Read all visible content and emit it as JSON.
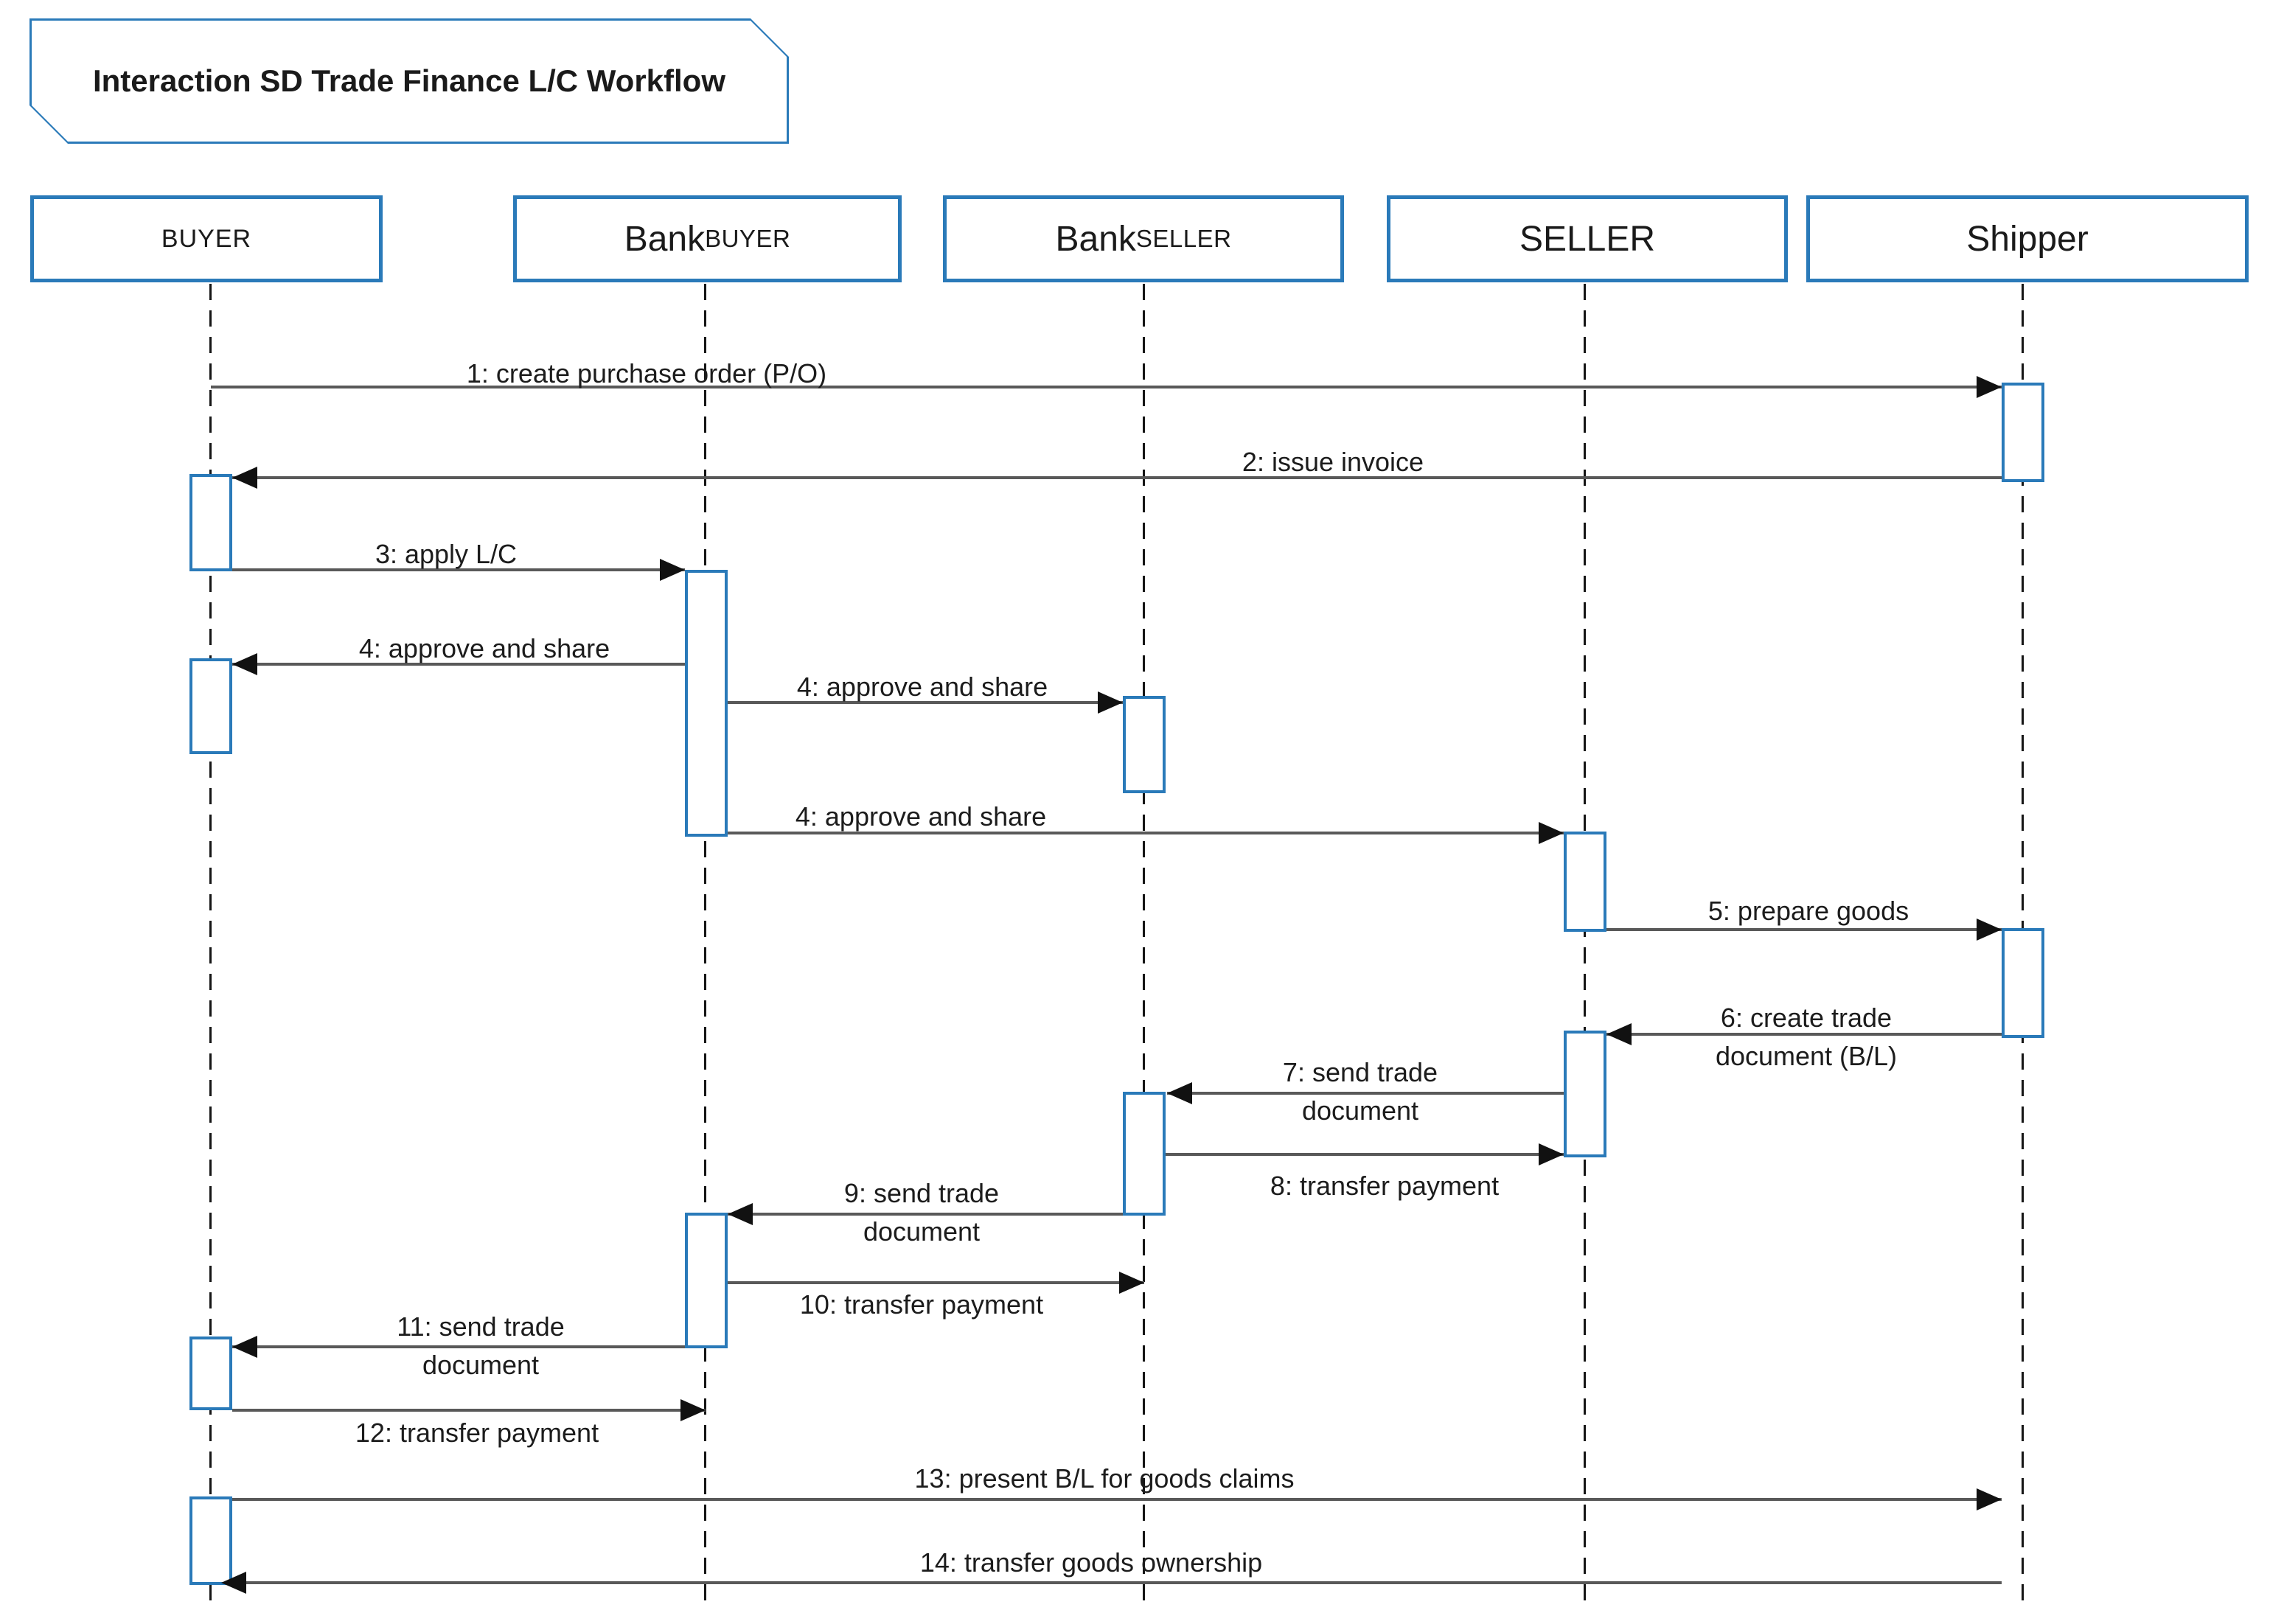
{
  "title": "Interaction SD Trade Finance L/C Workflow",
  "lifelines": [
    {
      "id": "buyer",
      "label": "BUYER"
    },
    {
      "id": "bank-buyer",
      "label_main": "Bank",
      "label_sub": "BUYER"
    },
    {
      "id": "bank-seller",
      "label_main": "Bank",
      "label_sub": "SELLER"
    },
    {
      "id": "seller",
      "label": "SELLER"
    },
    {
      "id": "shipper",
      "label": "Shipper"
    }
  ],
  "messages": [
    {
      "num": "1",
      "label": "1: create purchase order (P/O)",
      "from": "BUYER",
      "to": "Shipper"
    },
    {
      "num": "2",
      "label": "2: issue invoice",
      "from": "Shipper",
      "to": "BUYER"
    },
    {
      "num": "3",
      "label": "3: apply L/C",
      "from": "BUYER",
      "to": "BankBUYER"
    },
    {
      "num": "4",
      "label": "4: approve and share",
      "from": "BankBUYER",
      "to": "BUYER"
    },
    {
      "num": "4",
      "label": "4: approve and share",
      "from": "BankBUYER",
      "to": "BankSELLER"
    },
    {
      "num": "4",
      "label": "4: approve and share",
      "from": "BankBUYER",
      "to": "SELLER"
    },
    {
      "num": "5",
      "label": "5: prepare goods",
      "from": "SELLER",
      "to": "Shipper"
    },
    {
      "num": "6",
      "label": "6: create trade\ndocument (B/L)",
      "from": "Shipper",
      "to": "SELLER"
    },
    {
      "num": "7",
      "label": "7: send trade\ndocument",
      "from": "SELLER",
      "to": "BankSELLER"
    },
    {
      "num": "8",
      "label": "8: transfer payment",
      "from": "BankSELLER",
      "to": "SELLER"
    },
    {
      "num": "9",
      "label": "9: send trade\ndocument",
      "from": "BankSELLER",
      "to": "BankBUYER"
    },
    {
      "num": "10",
      "label": "10: transfer payment",
      "from": "BankBUYER",
      "to": "BankSELLER"
    },
    {
      "num": "11",
      "label": "11: send trade\ndocument",
      "from": "BankBUYER",
      "to": "BUYER"
    },
    {
      "num": "12",
      "label": "12: transfer payment",
      "from": "BUYER",
      "to": "BankBUYER"
    },
    {
      "num": "13",
      "label": "13: present B/L for goods claims",
      "from": "BUYER",
      "to": "Shipper"
    },
    {
      "num": "14",
      "label": "14: transfer goods ownership",
      "from": "Shipper",
      "to": "BUYER"
    }
  ],
  "colors": {
    "accent_blue": "#2a7ab9",
    "message_line": "#595959",
    "arrowhead": "#111111",
    "text": "#1c1c1c",
    "background": "#ffffff"
  }
}
